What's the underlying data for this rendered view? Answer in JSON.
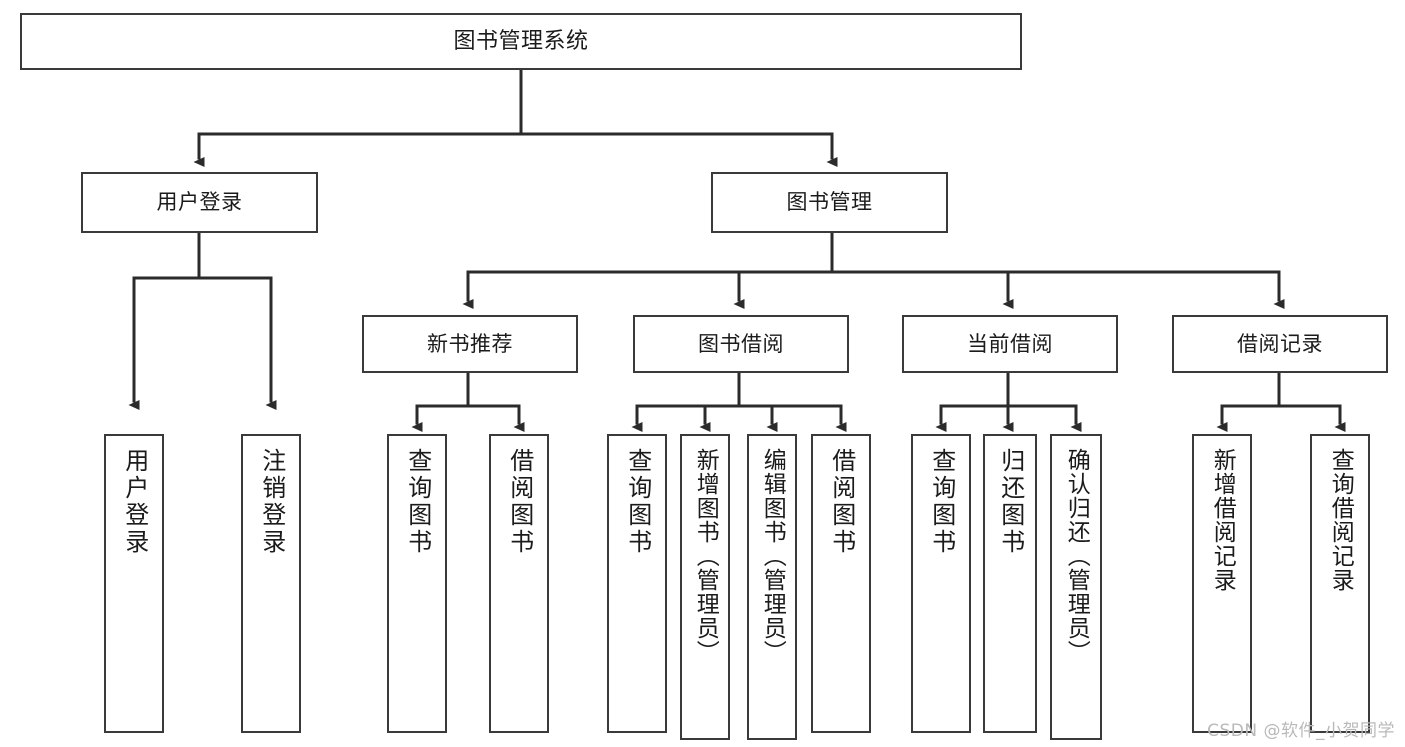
{
  "diagram": {
    "title": "图书管理系统",
    "type": "tree-hierarchy",
    "watermark": "CSDN @软件_小贺同学",
    "colors": {
      "box_border": "#3a3a3a",
      "box_fill": "#ffffff",
      "connector": "#2b2b2b",
      "text": "#1b1b1b",
      "watermark": "#b9b9b9",
      "background": "#ffffff"
    },
    "root": {
      "label": "图书管理系统"
    },
    "level1": [
      {
        "label": "用户登录"
      },
      {
        "label": "图书管理"
      }
    ],
    "level2": [
      {
        "label": "新书推荐"
      },
      {
        "label": "图书借阅"
      },
      {
        "label": "当前借阅"
      },
      {
        "label": "借阅记录"
      }
    ],
    "leaves": {
      "user_login": [
        {
          "label": "用户登录"
        },
        {
          "label": "注销登录"
        }
      ],
      "new_book_recommend": [
        {
          "label": "查询图书"
        },
        {
          "label": "借阅图书"
        }
      ],
      "book_borrow": [
        {
          "label": "查询图书"
        },
        {
          "label": "新增图书（管理员）"
        },
        {
          "label": "编辑图书（管理员）"
        },
        {
          "label": "借阅图书"
        }
      ],
      "current_borrow": [
        {
          "label": "查询图书"
        },
        {
          "label": "归还图书"
        },
        {
          "label": "确认归还（管理员）"
        }
      ],
      "borrow_record": [
        {
          "label": "新增借阅记录"
        },
        {
          "label": "查询借阅记录"
        }
      ]
    }
  }
}
